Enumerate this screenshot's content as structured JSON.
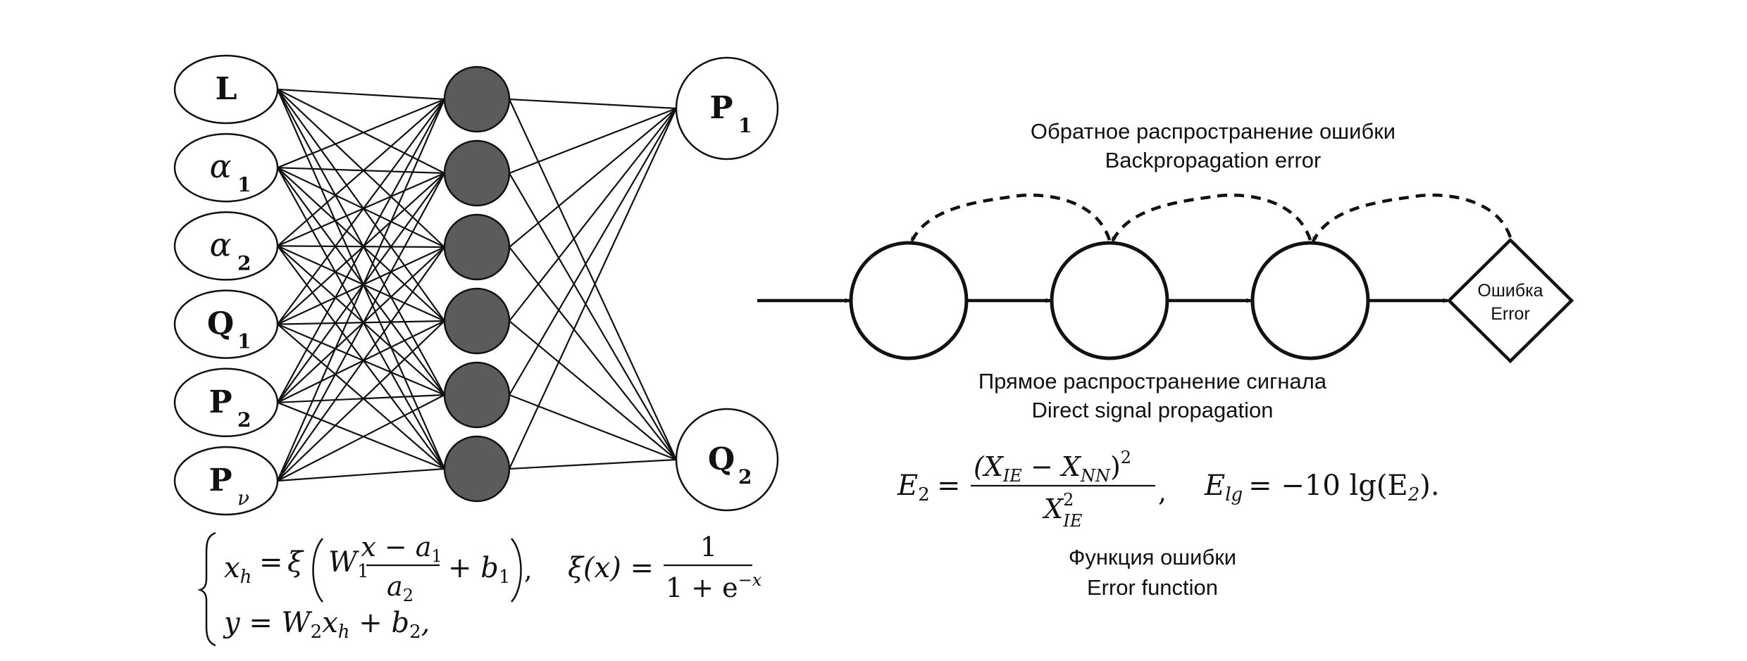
{
  "network": {
    "input_layer": [
      {
        "label": "L",
        "sub": ""
      },
      {
        "label": "α",
        "sub": "1"
      },
      {
        "label": "α",
        "sub": "2"
      },
      {
        "label": "Q",
        "sub": "1"
      },
      {
        "label": "P",
        "sub": "2"
      },
      {
        "label": "P",
        "sub": "ν"
      }
    ],
    "hidden_layer_count": 6,
    "hidden_fill": "#5b5b5b",
    "output_layer": [
      {
        "label": "P",
        "sub": "1"
      },
      {
        "label": "Q",
        "sub": "2"
      }
    ],
    "connectivity": "fully-connected"
  },
  "network_formula": {
    "row1": {
      "lhs": "x",
      "lhs_sub": "h",
      "eq": "=",
      "xi": "ξ",
      "w1": "W",
      "w1_sub": "1",
      "frac_num": "x − a",
      "frac_num_sub": "1",
      "frac_den": "a",
      "frac_den_sub": "2",
      "plus_b": "+ b",
      "plus_b_sub": "1",
      "close": "),",
      "sigmoid_lhs": "ξ(x) =",
      "sigmoid_num": "1",
      "sigmoid_den": "1 + e",
      "sigmoid_den_sup": "−x"
    },
    "row2": {
      "text_y": "y = W",
      "w2_sub": "2",
      "xh": "x",
      "xh_sub": "h",
      "plus_b": " + b",
      "b_sub": "2",
      "end": ","
    }
  },
  "flow_diagram": {
    "backprop_label_ru": "Обратное распространение ошибки",
    "backprop_label_en": "Backpropagation error",
    "forward_label_ru": "Прямое распространение сигнала",
    "forward_label_en": "Direct signal propagation",
    "neuron_count": 3,
    "error_node_ru": "Ошибка",
    "error_node_en": "Error"
  },
  "error_formula": {
    "e2": "E",
    "e2_sub": "2",
    "eq": "=",
    "num_open": "(X",
    "num_sub1": "IE",
    "num_minus": " − X",
    "num_sub2": "NN",
    "num_close": ")",
    "num_sup": "2",
    "den": "X",
    "den_sup": "2",
    "den_sub": "IE",
    "comma": ",",
    "elg": "E",
    "elg_sub": "lg",
    "elg_rhs": "= −10 lg(E",
    "elg_rhs_sub": "2",
    "elg_end": ")."
  },
  "error_function_label_ru": "Функция ошибки",
  "error_function_label_en": "Error function"
}
